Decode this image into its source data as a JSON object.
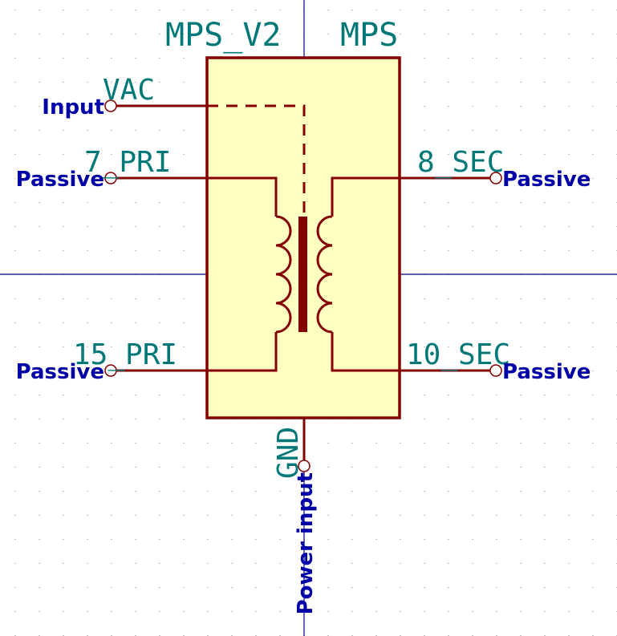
{
  "symbol": {
    "reference": "MPS_V2",
    "value": "MPS"
  },
  "pins": {
    "vac": {
      "name": "VAC",
      "type": "Input"
    },
    "pri7": {
      "name": "7_PRI",
      "type": "Passive"
    },
    "pri15": {
      "name": "15_PRI",
      "type": "Passive"
    },
    "sec8": {
      "name": "8_SEC",
      "type": "Passive"
    },
    "sec10": {
      "name": "10_SEC",
      "type": "Passive"
    },
    "gnd": {
      "name": "GND",
      "type": "Power input"
    }
  },
  "colors": {
    "body_fill": "#ffffc2",
    "body_stroke": "#840000",
    "pin_line": "#840000",
    "pin_name": "#007878",
    "pin_type": "#0000a8",
    "axis": "#00008b",
    "grid_dot": "#bcbcbc"
  }
}
